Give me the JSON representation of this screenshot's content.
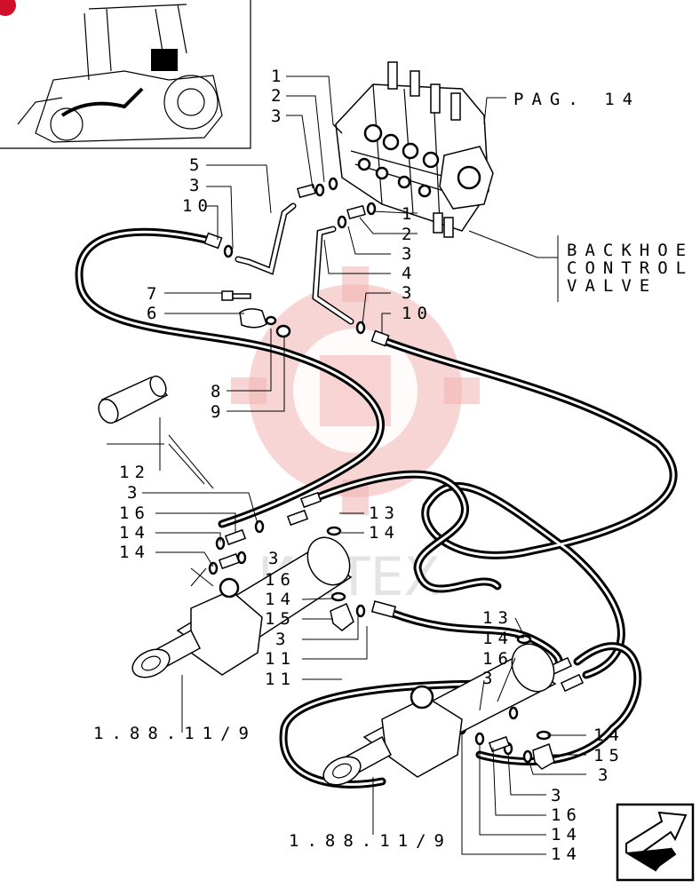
{
  "watermark": {
    "text": "ИНТЕХ",
    "color": "#e84848"
  },
  "corner_badge": {
    "color": "#d0102a"
  },
  "labels": {
    "ref_1": "1",
    "ref_2": "2",
    "ref_3": "3",
    "ref_4": "4",
    "ref_5": "5",
    "ref_6": "6",
    "ref_7": "7",
    "ref_8": "8",
    "ref_9": "9",
    "ref_10": "10",
    "ref_11": "11",
    "ref_12": "12",
    "ref_13": "13",
    "ref_14": "14",
    "ref_15": "15",
    "ref_16": "16",
    "page_ref": "PAG. 14",
    "backhoe_line1": "BACKHOE",
    "backhoe_line2": "CONTROL",
    "backhoe_line3": "VALVE",
    "cross_ref": "1.88.11/9"
  },
  "icons": {
    "overview": "tractor-backhoe-thumbnail",
    "next": "next-page-arrow-icon"
  }
}
